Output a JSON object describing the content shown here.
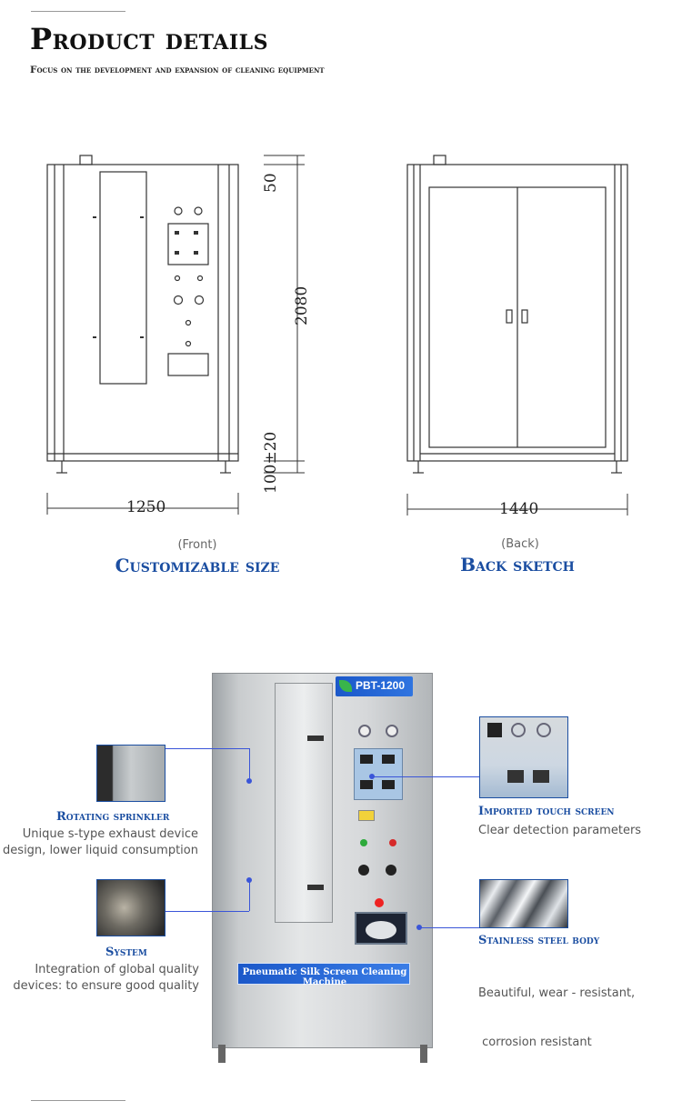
{
  "header": {
    "title": "Product details",
    "subtitle": "Focus on the development and expansion of cleaning equipment"
  },
  "drawings": {
    "front": {
      "dims": {
        "top": "50",
        "height": "2080",
        "bottom": "100±20",
        "width": "1250"
      },
      "label": "(Front)",
      "caption": "Customizable size"
    },
    "back": {
      "dims": {
        "width": "1440"
      },
      "label": "(Back)",
      "caption": "Back sketch"
    }
  },
  "machine": {
    "model": "PBT-1200",
    "name_plate": "Pneumatic Silk Screen Cleaning Machine"
  },
  "features": [
    {
      "title": "Rotating sprinkler",
      "desc": [
        "Unique s-type exhaust device",
        "design, lower liquid consumption"
      ]
    },
    {
      "title": "System",
      "desc": [
        "Integration of global quality",
        "devices: to ensure good quality"
      ]
    },
    {
      "title": "Imported touch screen",
      "desc": [
        "Clear detection parameters"
      ]
    },
    {
      "title": "Stainless steel body",
      "desc": [
        "Beautiful, wear - resistant,",
        " corrosion resistant"
      ]
    }
  ],
  "colors": {
    "accent": "#1b4ea1",
    "pointer": "#3a55d8"
  }
}
